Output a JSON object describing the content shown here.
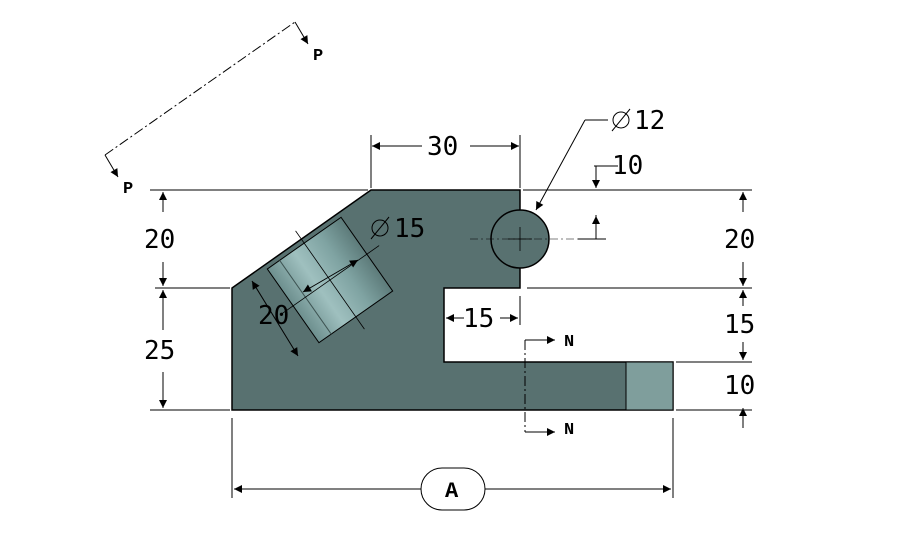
{
  "colors": {
    "body_fill": "#587170",
    "hole_fill": "#587170",
    "inclined_hole_light": "#8fb2b2",
    "end_face_fill": "#7f9e9c",
    "line": "#000000"
  },
  "dimensions": {
    "top_width": "30",
    "hole_small_diameter": "12",
    "hole_small_offset": "10",
    "left_upper_height": "20",
    "left_lower_height": "25",
    "inclined_hole_diameter": "15",
    "inclined_hole_length": "20",
    "slot_width": "15",
    "right_upper_height": "20",
    "right_middle_height": "15",
    "right_lower_height": "10",
    "overall_length": "A"
  },
  "section_labels": {
    "p_top": "P",
    "p_bottom": "P",
    "n_top": "N",
    "n_bottom": "N"
  }
}
